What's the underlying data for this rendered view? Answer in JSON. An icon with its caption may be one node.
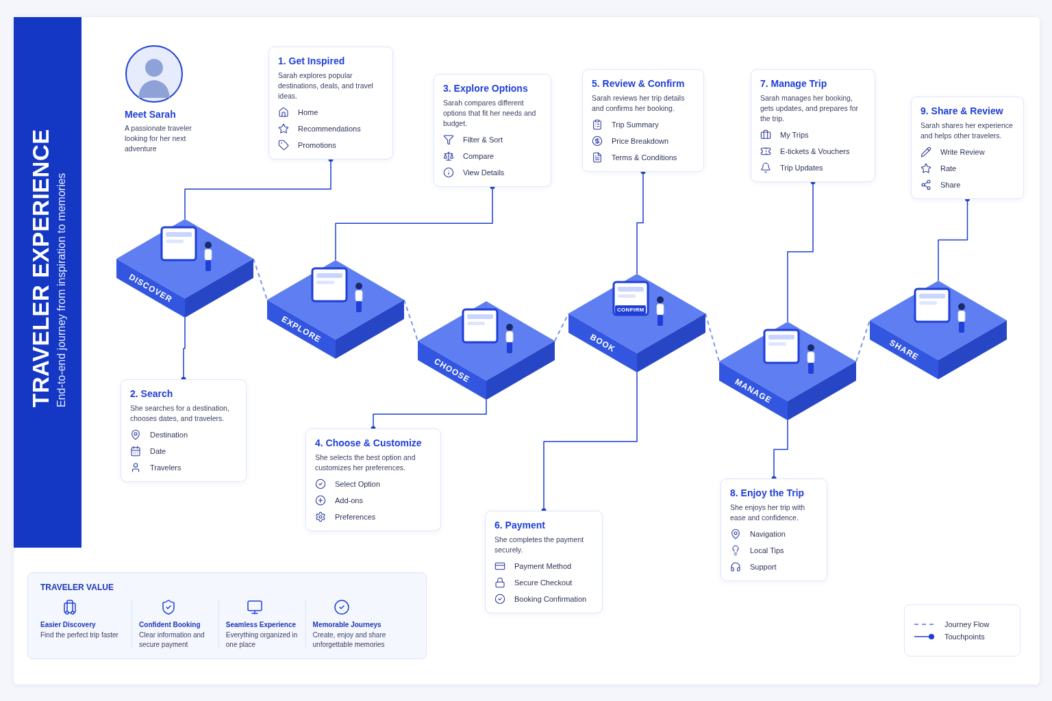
{
  "diagram": {
    "title": "TRAVELER EXPERIENCE",
    "nodes": [
      {
        "text": [
          "Meet Sarah",
          "A passionate traveler looking for her next adventure"
        ]
      },
      {
        "text": [
          "1. Get Inspired",
          "Sarah explores popular destinations, deals, and travel ideas.",
          "Home",
          "Recommendations",
          "Promotions"
        ]
      },
      {
        "text": [
          "2. Search",
          "She searches for a destination, chooses dates, and travelers.",
          "Destination",
          "Date",
          "Travelers"
        ]
      },
      {
        "text": [
          "3. Explore Options",
          "Sarah compares different options that fit her needs and budget.",
          "Filter & Sort",
          "Compare",
          "View Details"
        ]
      },
      {
        "text": [
          "4. Choose & Customize",
          "She selects the best option and customizes her preferences.",
          "Select Option",
          "Add-ons",
          "Preferences"
        ]
      },
      {
        "text": [
          "5. Review & Confirm",
          "Sarah reviews her trip details and confirms her booking.",
          "Trip Summary",
          "Price Breakdown",
          "Terms & Conditions"
        ]
      },
      {
        "text": [
          "6. Payment",
          "She completes the payment securely.",
          "Payment Method",
          "Secure Checkout",
          "Booking Confirmation"
        ]
      },
      {
        "text": [
          "7. Manage Trip",
          "Sarah manages her booking, gets updates, and prepares for the trip.",
          "My Trips",
          "E-tickets & Vouchers",
          "Trip Updates"
        ]
      },
      {
        "text": [
          "8. Enjoy the Trip",
          "She enjoys her trip with ease and confidence.",
          "Navigation",
          "Local Tips",
          "Support"
        ]
      },
      {
        "text": [
          "9. Share & Review",
          "Sarah shares her experience and helps other travelers.",
          "Write Review",
          "Rate",
          "Share"
        ]
      },
      {
        "text": [
          "DISCOVER"
        ]
      },
      {
        "text": [
          "EXPLORE"
        ]
      },
      {
        "text": [
          "CHOOSE"
        ]
      },
      {
        "text": [
          "BOOK"
        ]
      },
      {
        "text": [
          "MANAGE"
        ]
      },
      {
        "text": [
          "SHARE"
        ]
      },
      {
        "text": [
          "TRAVELER VALUE",
          "Easier Discovery",
          "Find the perfect trip faster",
          "Confident Booking",
          "Clear information and secure payment",
          "Seamless Experience",
          "Everything organized in one place",
          "Memorable Journeys",
          "Create, enjoy and share unforgettable memories"
        ]
      }
    ],
    "edges": [
      {
        "from": 1,
        "to": 10,
        "arrow": "other"
      },
      {
        "from": 2,
        "to": 10,
        "arrow": "other"
      },
      {
        "from": 3,
        "to": 11,
        "arrow": "other"
      },
      {
        "from": 4,
        "to": 12,
        "arrow": "other"
      },
      {
        "from": 5,
        "to": 13,
        "arrow": "other"
      },
      {
        "from": 6,
        "to": 13,
        "arrow": "other"
      },
      {
        "from": 7,
        "to": 14,
        "arrow": "other"
      },
      {
        "from": 8,
        "to": 14,
        "arrow": "other"
      },
      {
        "from": 9,
        "to": 15,
        "arrow": "other"
      },
      {
        "from": 10,
        "to": 11,
        "arrow": "none",
        "style": "dashed",
        "color": "#7b93f0"
      },
      {
        "from": 11,
        "to": 12,
        "arrow": "none",
        "style": "dashed",
        "color": "#7b93f0"
      },
      {
        "from": 12,
        "to": 13,
        "arrow": "none",
        "style": "dashed",
        "color": "#7b93f0"
      },
      {
        "from": 13,
        "to": 14,
        "arrow": "none",
        "style": "dashed",
        "color": "#7b93f0"
      },
      {
        "from": 14,
        "to": 15,
        "arrow": "none",
        "style": "dashed",
        "color": "#7b93f0"
      }
    ],
    "labels": [
      "End-to-end journey from inspiration to memories",
      "CONFIRM"
    ],
    "legend": [
      {
        "text": "Journey Flow"
      },
      {
        "text": "Touchpoints"
      }
    ]
  }
}
